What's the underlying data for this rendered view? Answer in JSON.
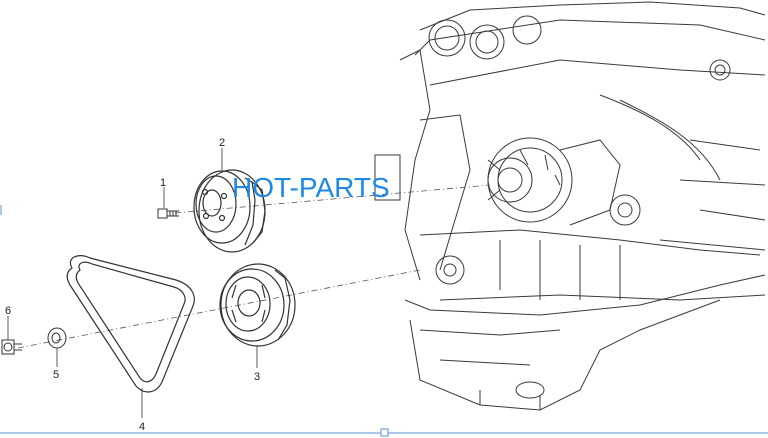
{
  "diagram": {
    "watermark": "HOT-PARTS",
    "callouts": {
      "c1": "1",
      "c2": "2",
      "c3": "3",
      "c4": "4",
      "c5": "5",
      "c6": "6"
    }
  },
  "colors": {
    "line": "#3a3a3a",
    "watermark": "#1e88e5",
    "frame_marker": "#5b8fd0"
  }
}
